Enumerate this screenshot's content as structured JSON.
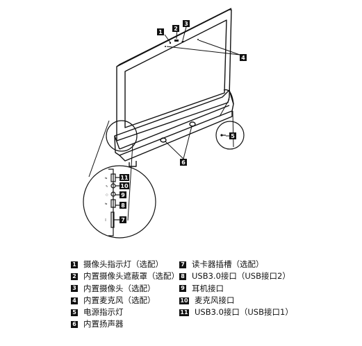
{
  "callouts": {
    "c1": "1",
    "c2": "2",
    "c3": "3",
    "c4": "4",
    "c5": "5",
    "c6": "6",
    "c7": "7",
    "c8": "8",
    "c9": "9",
    "c10": "10",
    "c11": "11"
  },
  "legend_left": [
    {
      "num": "1",
      "text": "摄像头指示灯（选配）"
    },
    {
      "num": "2",
      "text": "内置摄像头遮蔽罩（选配）"
    },
    {
      "num": "3",
      "text": "内置摄像头（选配）"
    },
    {
      "num": "4",
      "text": "内置麦克风（选配）"
    },
    {
      "num": "5",
      "text": "电源指示灯"
    },
    {
      "num": "6",
      "text": "内置扬声器"
    }
  ],
  "legend_right": [
    {
      "num": "7",
      "text": "读卡器插槽（选配）"
    },
    {
      "num": "8",
      "text": "USB3.0接口（USB接口2）"
    },
    {
      "num": "9",
      "text": "耳机接口"
    },
    {
      "num": "10",
      "text": "麦克风接口"
    },
    {
      "num": "11",
      "text": "USB3.0接口（USB接口1）"
    }
  ]
}
